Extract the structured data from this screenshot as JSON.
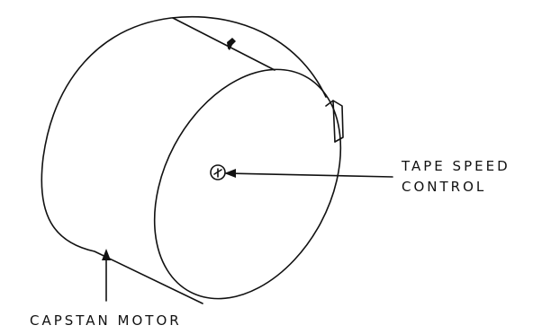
{
  "labels": {
    "tape_speed_line1": "TAPE SPEED",
    "tape_speed_line2": "CONTROL",
    "capstan_motor": "CAPSTAN MOTOR"
  }
}
